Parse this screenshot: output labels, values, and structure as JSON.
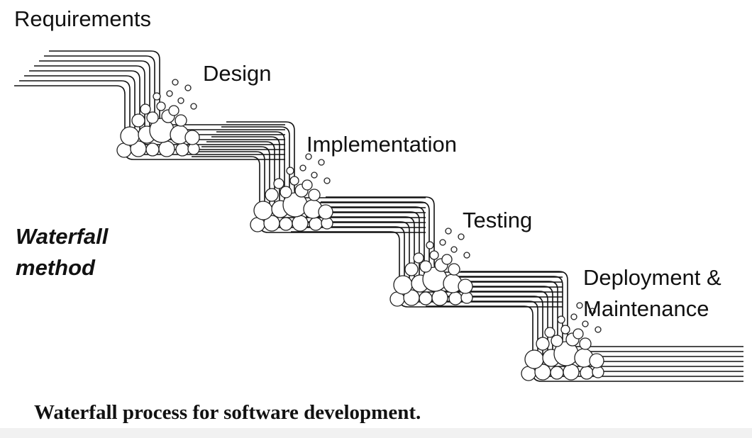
{
  "stages": {
    "requirements": "Requirements",
    "design": "Design",
    "implementation": "Implementation",
    "testing": "Testing",
    "deployment_line1": "Deployment &",
    "deployment_line2": "Maintenance"
  },
  "side_title": {
    "line1": "Waterfall",
    "line2": "method"
  },
  "caption": "Waterfall process for software development.",
  "colors": {
    "ink": "#111111",
    "background": "#ffffff"
  }
}
